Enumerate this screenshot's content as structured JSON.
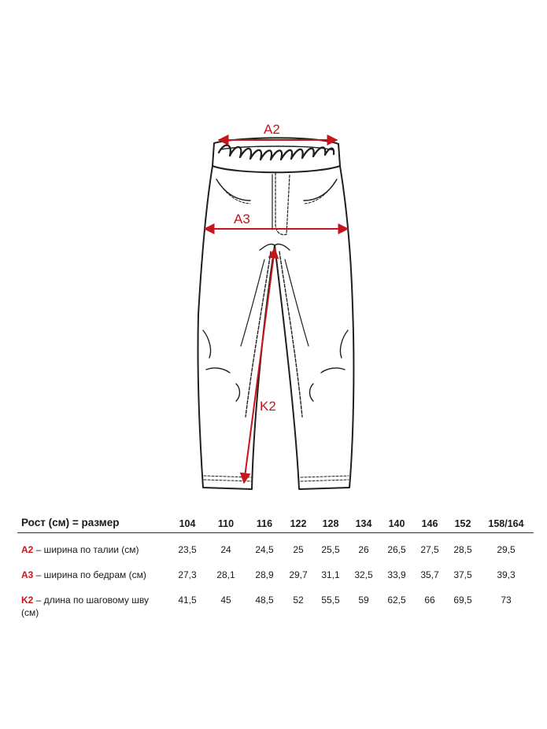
{
  "diagram": {
    "labels": {
      "a2": "A2",
      "a3": "A3",
      "k2": "K2"
    },
    "colors": {
      "measure": "#c4161c",
      "outline": "#1f1f1f"
    }
  },
  "table": {
    "header": {
      "label": "Рост (см) = размер",
      "sizes": [
        "104",
        "110",
        "116",
        "122",
        "128",
        "134",
        "140",
        "146",
        "152",
        "158/164"
      ]
    },
    "rows": [
      {
        "code": "A2",
        "label": " – ширина по талии (см)",
        "values": [
          "23,5",
          "24",
          "24,5",
          "25",
          "25,5",
          "26",
          "26,5",
          "27,5",
          "28,5",
          "29,5"
        ]
      },
      {
        "code": "A3",
        "label": " – ширина по бедрам (см)",
        "values": [
          "27,3",
          "28,1",
          "28,9",
          "29,7",
          "31,1",
          "32,5",
          "33,9",
          "35,7",
          "37,5",
          "39,3"
        ]
      },
      {
        "code": "K2",
        "label": " – длина по шаговому шву",
        "label2": "(см)",
        "values": [
          "41,5",
          "45",
          "48,5",
          "52",
          "55,5",
          "59",
          "62,5",
          "66",
          "69,5",
          "73"
        ]
      }
    ]
  }
}
